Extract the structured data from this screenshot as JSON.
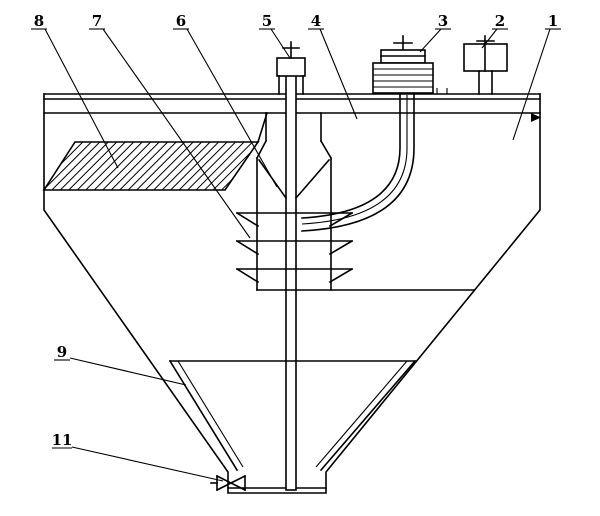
{
  "colors": {
    "line": "#000000",
    "background": "#ffffff"
  },
  "callouts": [
    {
      "label": "8"
    },
    {
      "label": "7"
    },
    {
      "label": "6"
    },
    {
      "label": "5"
    },
    {
      "label": "4"
    },
    {
      "label": "3"
    },
    {
      "label": "2"
    },
    {
      "label": "1"
    },
    {
      "label": "9"
    },
    {
      "label": "11"
    }
  ]
}
